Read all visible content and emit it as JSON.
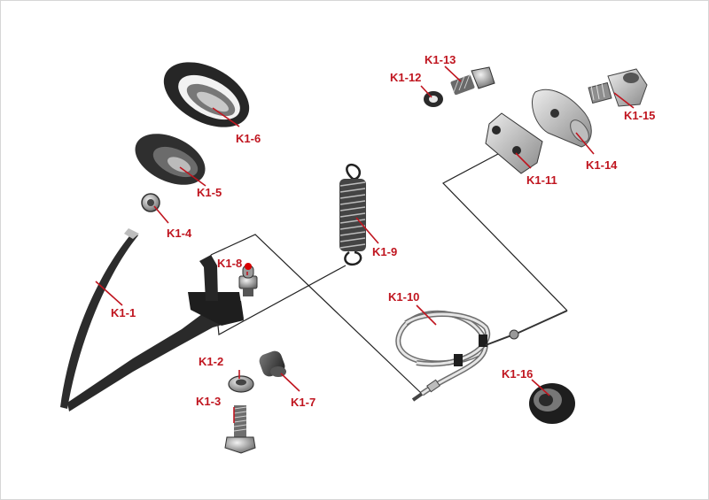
{
  "colors": {
    "label": "#c0151f",
    "leader": "#c0151f",
    "part": "#3a3a3a",
    "background": "#ffffff"
  },
  "labels": {
    "k1_1": "K1-1",
    "k1_2": "K1-2",
    "k1_3": "K1-3",
    "k1_4": "K1-4",
    "k1_5": "K1-5",
    "k1_6": "K1-6",
    "k1_7": "K1-7",
    "k1_8": "K1-8",
    "k1_9": "K1-9",
    "k1_10": "K1-10",
    "k1_11": "K1-11",
    "k1_12": "K1-12",
    "k1_13": "K1-13",
    "k1_14": "K1-14",
    "k1_15": "K1-15",
    "k1_16": "K1-16"
  }
}
